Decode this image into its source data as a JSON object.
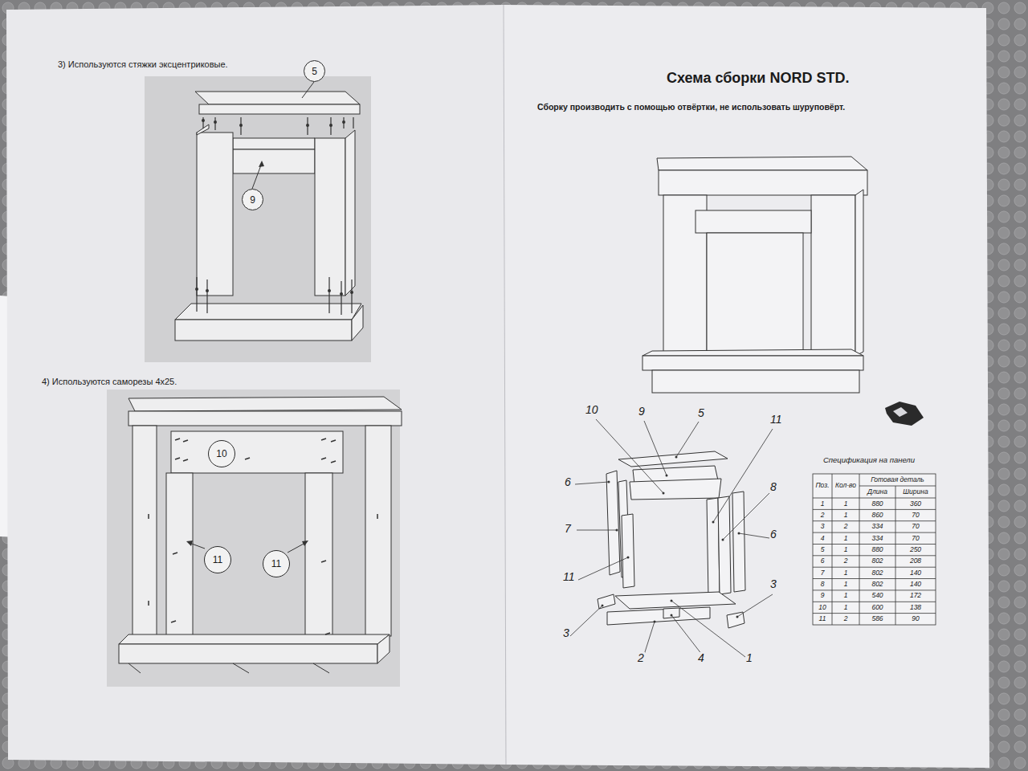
{
  "diagram": {
    "title": "Схема сборки NORD STD.",
    "nodes": [
      {
        "text": [
          "5"
        ]
      },
      {
        "text": [
          "9"
        ]
      },
      {
        "text": [
          "10"
        ]
      },
      {
        "text": [
          "11"
        ]
      },
      {
        "text": [
          "11"
        ]
      }
    ],
    "labels": [
      "3) Используются стяжки эксцентриковые.",
      "4) Используются саморезы 4х25.",
      "Сборку производить с помощью отвёртки, не использовать шуруповёрт.",
      "Спецификация на панели",
      "Поз.",
      "Кол-во",
      "Готовая деталь",
      "Длина",
      "Ширина",
      "1",
      "1",
      "880",
      "360",
      "2",
      "1",
      "860",
      "70",
      "3",
      "2",
      "334",
      "70",
      "4",
      "1",
      "334",
      "70",
      "5",
      "1",
      "880",
      "250",
      "6",
      "2",
      "802",
      "208",
      "7",
      "1",
      "802",
      "140",
      "8",
      "1",
      "802",
      "140",
      "9",
      "1",
      "540",
      "172",
      "10",
      "1",
      "600",
      "138",
      "11",
      "2",
      "586",
      "90",
      "10",
      "9",
      "5",
      "11",
      "6",
      "8",
      "7",
      "6",
      "11",
      "3",
      "3",
      "2",
      "4",
      "1"
    ]
  }
}
